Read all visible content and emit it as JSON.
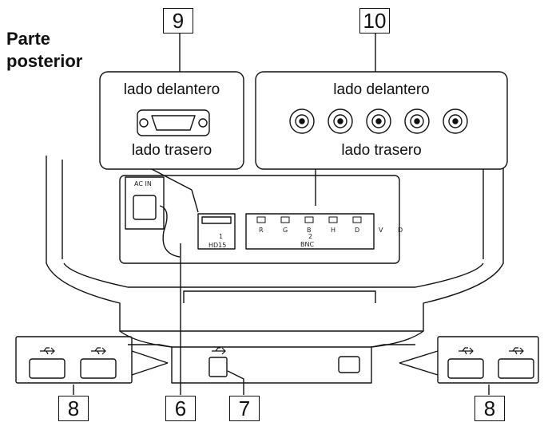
{
  "title": {
    "line1": "Parte",
    "line2": "posterior"
  },
  "callouts": {
    "c9": "9",
    "c10": "10",
    "c8_left": "8",
    "c6": "6",
    "c7": "7",
    "c8_right": "8"
  },
  "panel_left": {
    "front_label": "lado delantero",
    "rear_label": "lado trasero"
  },
  "panel_right": {
    "front_label": "lado delantero",
    "rear_label": "lado trasero"
  },
  "rear_panel": {
    "ac_in_label": "AC IN",
    "input1_label": "1",
    "input1_sub": "HD15",
    "input2_label": "2",
    "input2_sub": "BNC",
    "bnc_letters": [
      "R",
      "G",
      "B",
      "H",
      "D"
    ],
    "extra_letters": [
      "V",
      "D"
    ]
  }
}
